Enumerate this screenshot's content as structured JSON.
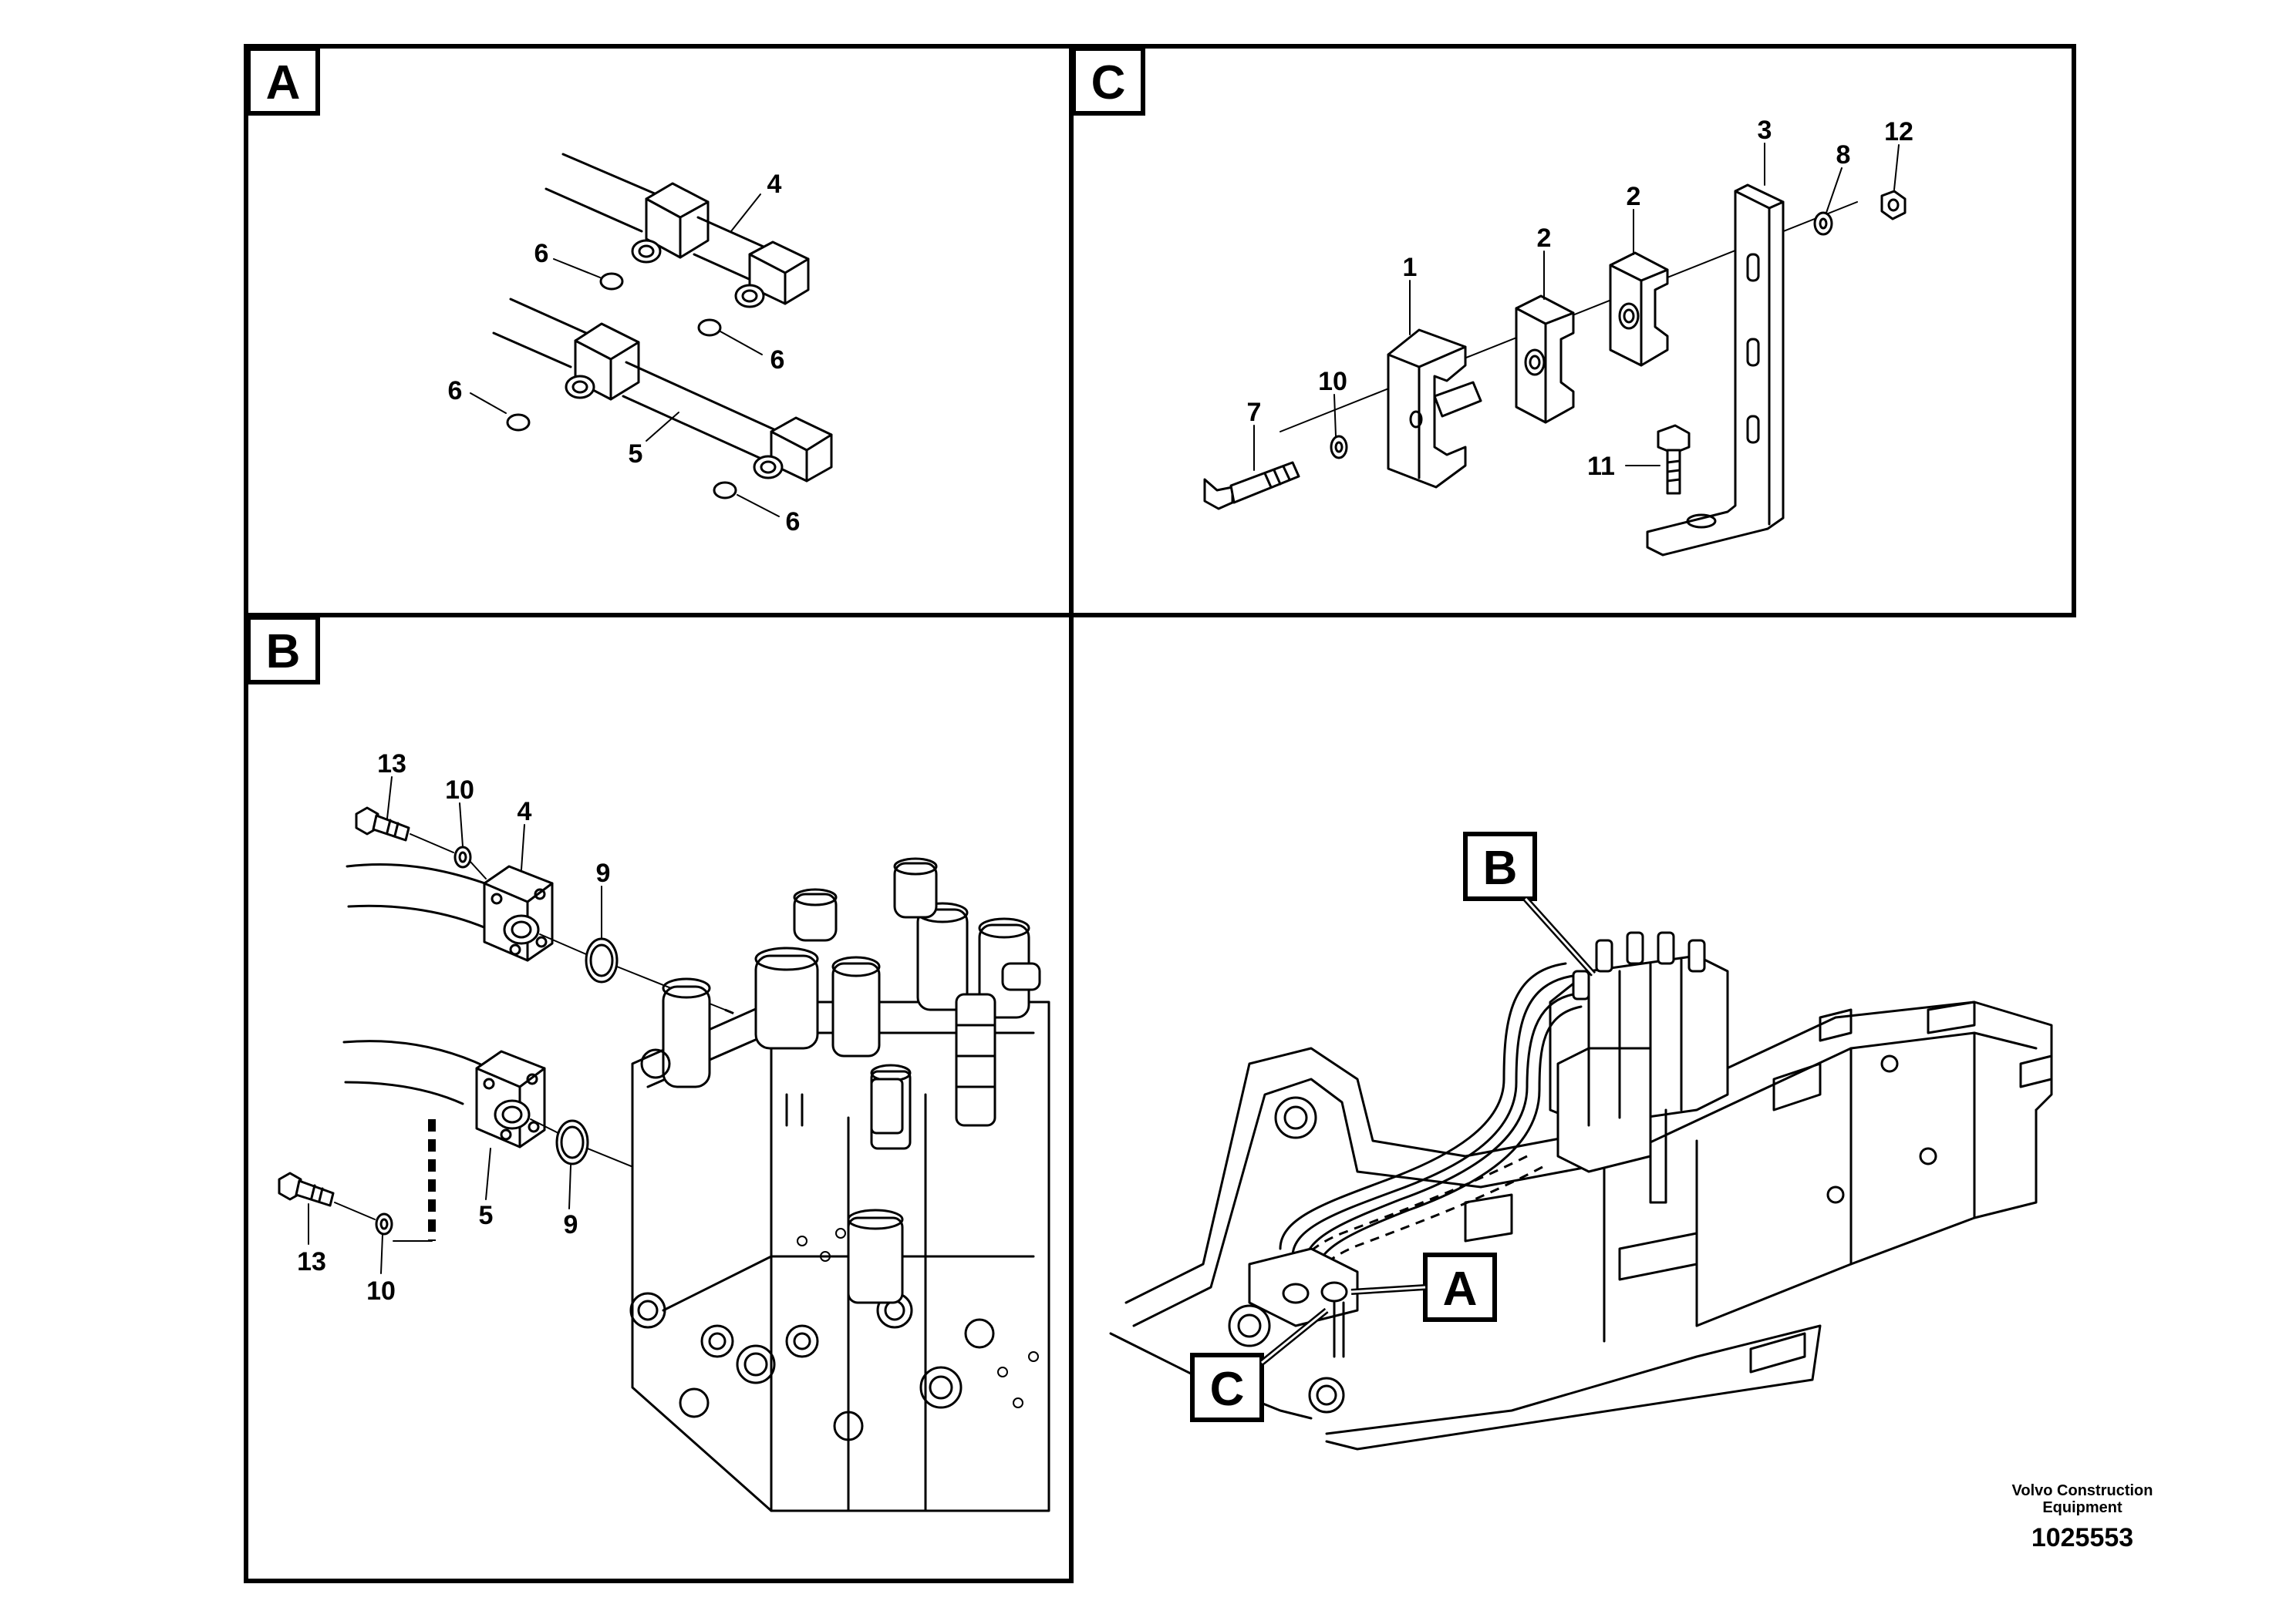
{
  "panels": {
    "a": {
      "tag": "A",
      "callouts": {
        "c4": "4",
        "c6a": "6",
        "c6b": "6",
        "c6c": "6",
        "c6d": "6",
        "c5": "5"
      }
    },
    "b": {
      "tag": "B",
      "callouts": {
        "c13a": "13",
        "c10a": "10",
        "c4": "4",
        "c9a": "9",
        "c5": "5",
        "c9b": "9",
        "c13b": "13",
        "c10b": "10"
      }
    },
    "c": {
      "tag": "C",
      "callouts": {
        "c3": "3",
        "c8": "8",
        "c12": "12",
        "c2a": "2",
        "c2b": "2",
        "c1": "1",
        "c10": "10",
        "c7": "7",
        "c11": "11"
      }
    },
    "overview": {
      "tag_a": "A",
      "tag_b": "B",
      "tag_c": "C"
    }
  },
  "footer": {
    "company_line1": "Volvo Construction",
    "company_line2": "Equipment",
    "drawing_number": "1025553"
  }
}
